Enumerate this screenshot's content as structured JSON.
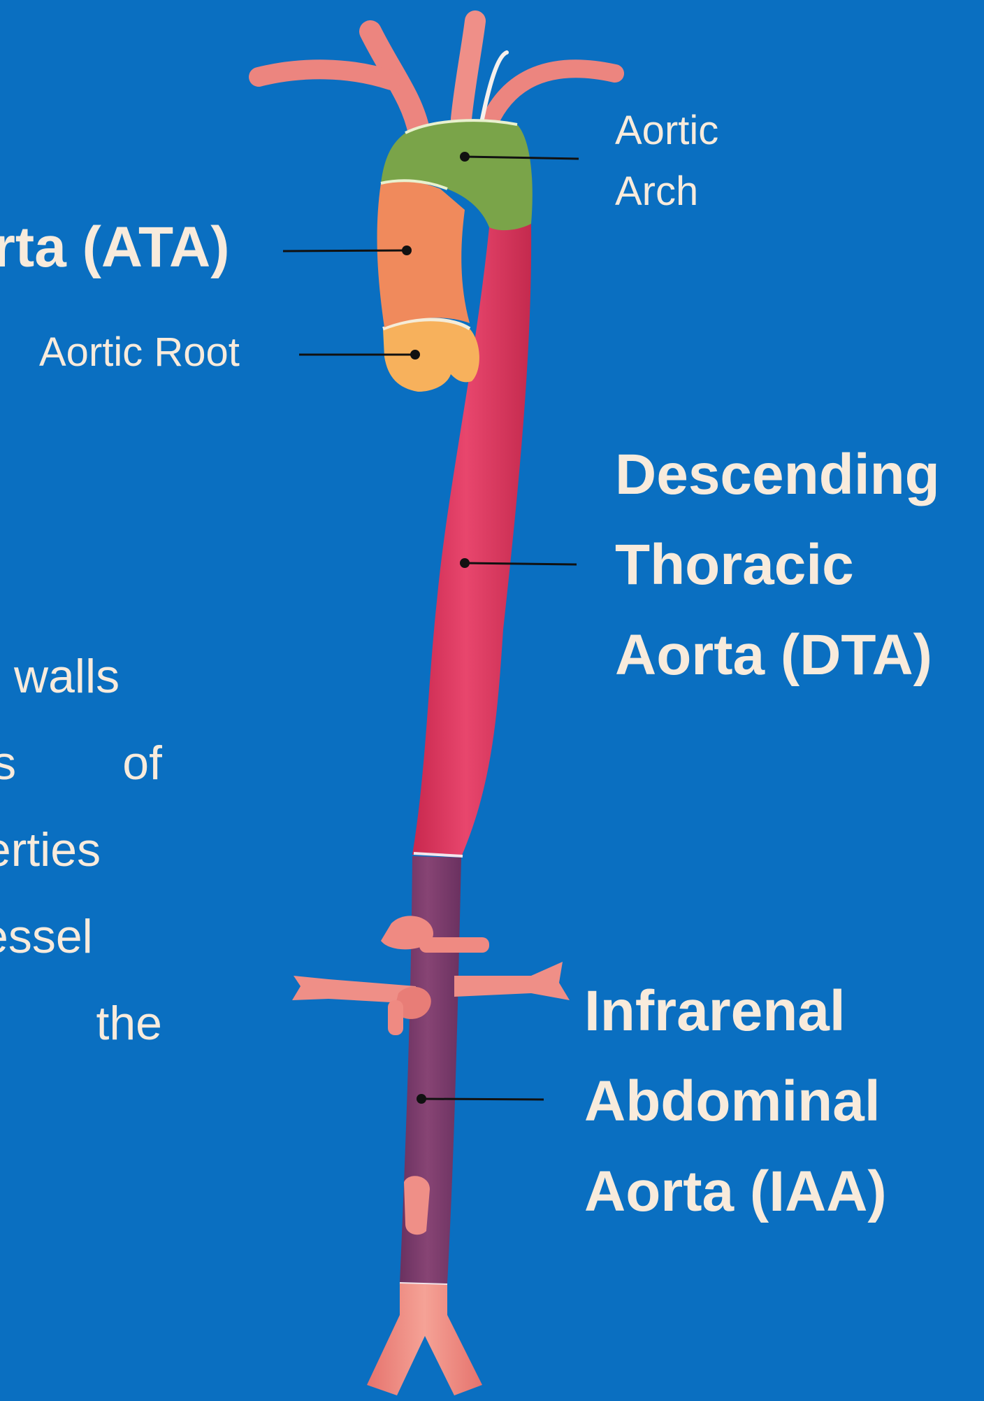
{
  "colors": {
    "background": "#0a6fc1",
    "text": "#f8ebdc",
    "vessel_red": "#e04066",
    "vessel_purple": "#7b3c6c",
    "branch_pink": "#ef8f87",
    "arch_green": "#78a34a",
    "ascending_orange": "#f08a5c",
    "root_yellow": "#f7b15c",
    "leader_line": "#111111"
  },
  "labels": {
    "aortic_arch": [
      "Aortic",
      "Arch"
    ],
    "ata": "rta (ATA)",
    "aortic_root": "Aortic Root",
    "dta": [
      "Descending",
      "Thoracic",
      "Aorta (DTA)"
    ],
    "iaa": [
      "Infrarenal",
      "Abdominal",
      "Aorta (IAA)"
    ]
  },
  "paragraph_fragments": [
    "walls",
    "sis of",
    "perties",
    "vessel",
    "of the"
  ]
}
